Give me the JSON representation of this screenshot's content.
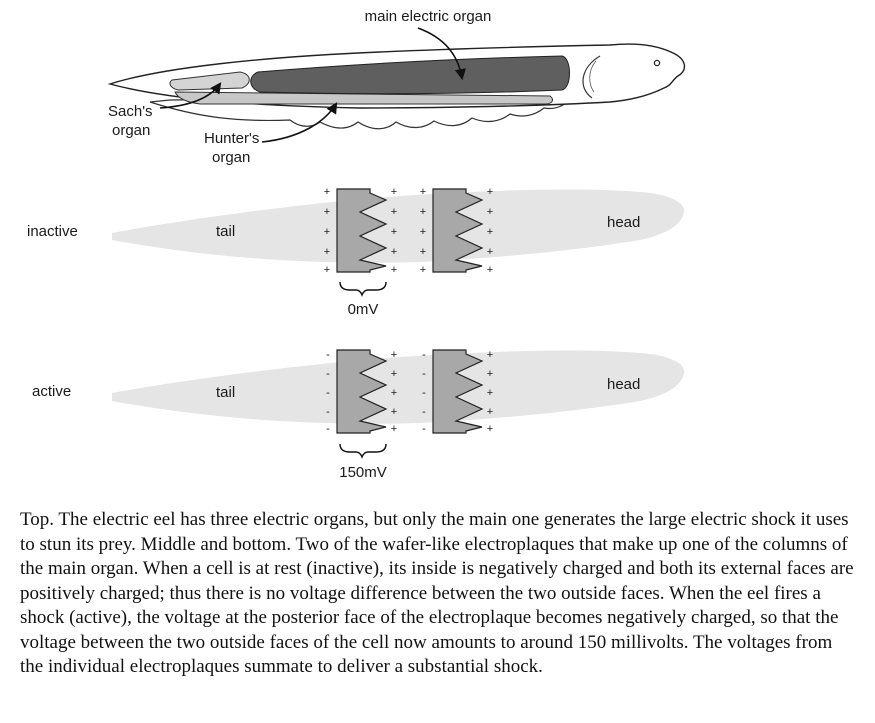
{
  "figure": {
    "top": {
      "main_organ_label": "main electric organ",
      "sachs_label_line1": "Sach's",
      "sachs_label_line2": "organ",
      "hunters_label_line1": "Hunter's",
      "hunters_label_line2": "organ"
    },
    "inactive": {
      "state_label": "inactive",
      "tail_label": "tail",
      "head_label": "head",
      "voltage_label": "0mV",
      "left_cell_posterior_sign": "+",
      "left_cell_anterior_sign": "+",
      "right_cell_posterior_sign": "+",
      "right_cell_anterior_sign": "+"
    },
    "active": {
      "state_label": "active",
      "tail_label": "tail",
      "head_label": "head",
      "voltage_label": "150mV",
      "left_cell_posterior_sign": "-",
      "left_cell_anterior_sign": "+",
      "right_cell_posterior_sign": "-",
      "right_cell_anterior_sign": "+"
    }
  },
  "caption": "Top. The electric eel has three electric organs, but only the main one generates the large electric shock it uses to stun its prey. Middle and bottom. Two of the wafer-like electroplaques that make up one of the columns of the main organ. When a cell is at rest (inactive), its inside is negatively charged and both its external faces are positively charged; thus there is no voltage difference between the two outside faces. When the eel fires a shock (active), the voltage at the posterior face of the electroplaque becomes negatively charged, so that the voltage between the two outside faces of the cell now amounts to around 150 millivolts. The voltages from the individual electroplaques summate to deliver a substantial shock."
}
